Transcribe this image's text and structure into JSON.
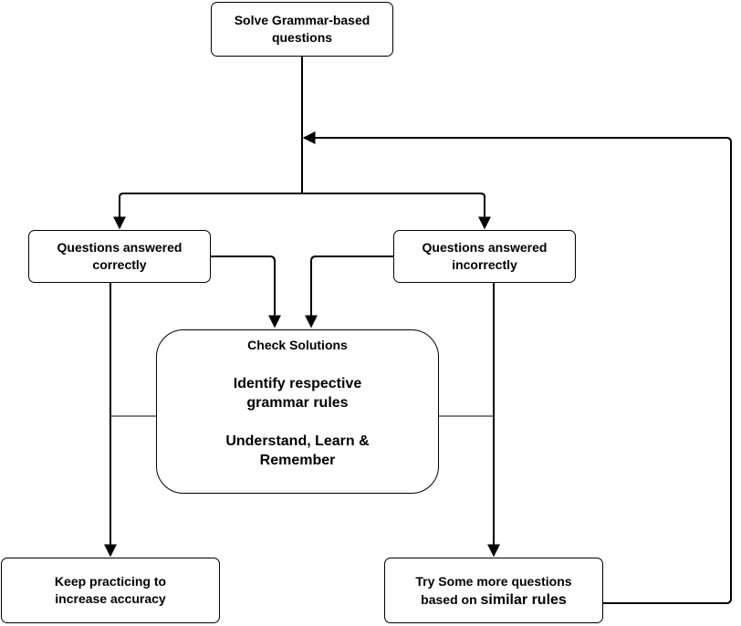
{
  "diagram": {
    "nodes": {
      "solve": "Solve Grammar-based\nquestions",
      "correct": "Questions answered\ncorrectly",
      "incorrect": "Questions answered\nincorrectly",
      "check_heading": "Check Solutions",
      "check_identify": "Identify respective\ngrammar rules",
      "check_understand": "Understand, Learn &\nRemember",
      "keep": "Keep practicing to\nincrease accuracy",
      "try_line1": "Try Some more questions",
      "try_line2_prefix": "based on ",
      "try_line2_emph": "similar rules"
    },
    "colors": {
      "stroke": "#000000",
      "fill": "#ffffff",
      "text": "#000000"
    }
  }
}
